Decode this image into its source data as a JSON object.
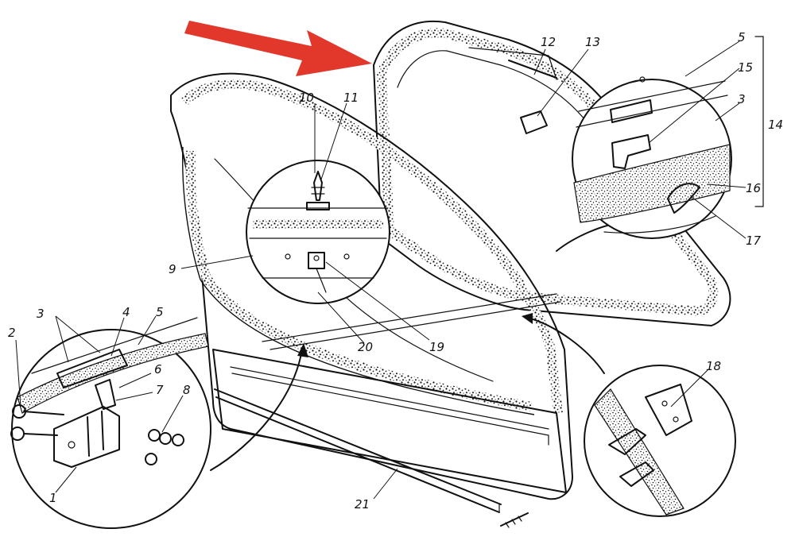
{
  "colors": {
    "ink": "#111111",
    "paper": "#ffffff",
    "arrow": "#e2372b"
  },
  "arrow": {
    "color": "#e2372b"
  },
  "callouts": [
    {
      "id": "c1",
      "text": "1"
    },
    {
      "id": "c2",
      "text": "2"
    },
    {
      "id": "c3a",
      "text": "3"
    },
    {
      "id": "c4",
      "text": "4"
    },
    {
      "id": "c5a",
      "text": "5"
    },
    {
      "id": "c6",
      "text": "6"
    },
    {
      "id": "c7",
      "text": "7"
    },
    {
      "id": "c8",
      "text": "8"
    },
    {
      "id": "c9",
      "text": "9"
    },
    {
      "id": "c10",
      "text": "10"
    },
    {
      "id": "c11",
      "text": "11"
    },
    {
      "id": "c12",
      "text": "12"
    },
    {
      "id": "c13",
      "text": "13"
    },
    {
      "id": "c14",
      "text": "14"
    },
    {
      "id": "c5b",
      "text": "5"
    },
    {
      "id": "c15",
      "text": "15"
    },
    {
      "id": "c3b",
      "text": "3"
    },
    {
      "id": "c16",
      "text": "16"
    },
    {
      "id": "c17",
      "text": "17"
    },
    {
      "id": "c18",
      "text": "18"
    },
    {
      "id": "c19",
      "text": "19"
    },
    {
      "id": "c20",
      "text": "20"
    },
    {
      "id": "c21",
      "text": "21"
    }
  ]
}
